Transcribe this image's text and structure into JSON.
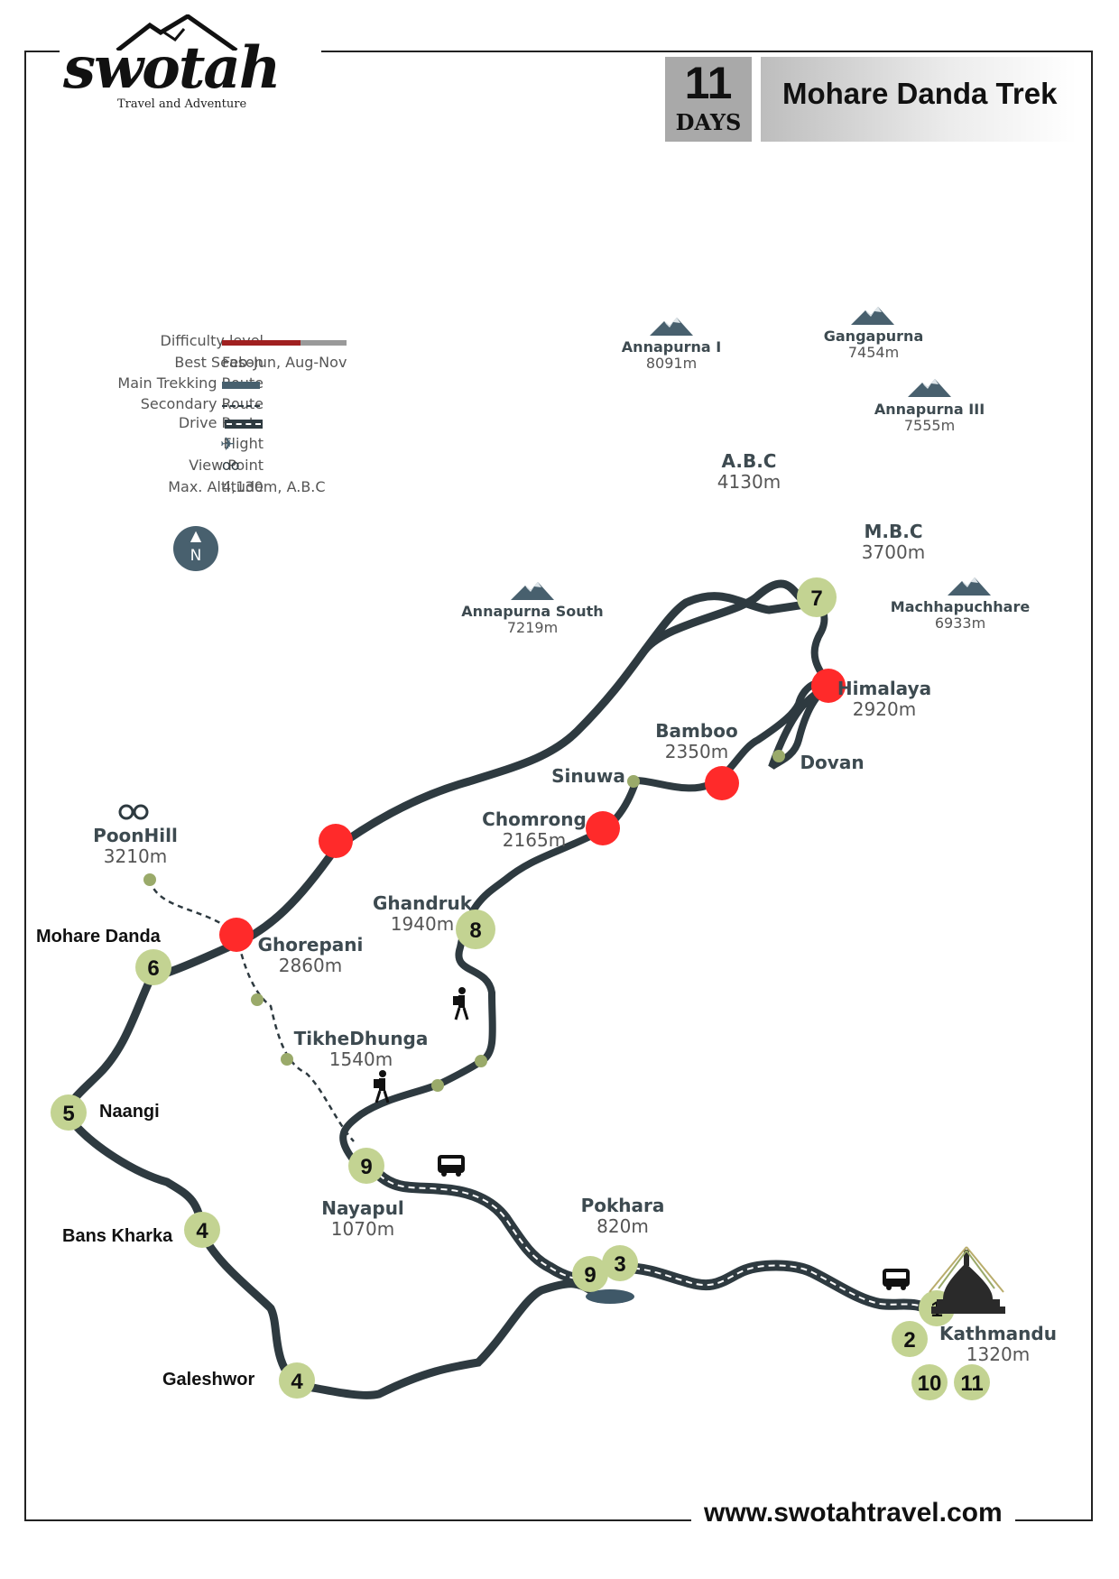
{
  "brand": {
    "logo_text": "swotah",
    "tagline": "Travel and Adventure"
  },
  "header": {
    "days_number": "11",
    "days_label": "DAYS",
    "title": "Mohare Danda Trek"
  },
  "legend": [
    {
      "label": "Difficulty level",
      "value": "",
      "icon": "difficulty-bar",
      "difficulty_fraction": 0.63
    },
    {
      "label": "Best Season",
      "value": "Feb-Jun, Aug-Nov",
      "icon": ""
    },
    {
      "label": "Main Trekking Route",
      "value": "",
      "icon": "main-route-swatch"
    },
    {
      "label": "Secondary Route",
      "value": "",
      "icon": "secondary-route-swatch"
    },
    {
      "label": "Drive Route",
      "value": "",
      "icon": "drive-route-swatch"
    },
    {
      "label": "Flight",
      "value": "",
      "icon": "plane-icon"
    },
    {
      "label": "View Point",
      "value": "",
      "icon": "binoculars-icon"
    },
    {
      "label": "Max. Altitude",
      "value": "4,130m, A.B.C",
      "icon": ""
    }
  ],
  "compass": {
    "letter": "N"
  },
  "peaks": [
    {
      "name": "Annapurna I",
      "alt": "8091m"
    },
    {
      "name": "Gangapurna",
      "alt": "7454m"
    },
    {
      "name": "Annapurna III",
      "alt": "7555m"
    },
    {
      "name": "Annapurna South",
      "alt": "7219m"
    },
    {
      "name": "Machhapuchhare",
      "alt": "6933m"
    }
  ],
  "places": [
    {
      "name": "A.B.C",
      "alt": "4130m"
    },
    {
      "name": "M.B.C",
      "alt": "3700m"
    },
    {
      "name": "Himalaya",
      "alt": "2920m"
    },
    {
      "name": "Bamboo",
      "alt": "2350m"
    },
    {
      "name": "Dovan",
      "alt": ""
    },
    {
      "name": "Sinuwa",
      "alt": ""
    },
    {
      "name": "Chomrong",
      "alt": "2165m"
    },
    {
      "name": "PoonHill",
      "alt": "3210m"
    },
    {
      "name": "Ghandruk",
      "alt": "1940m"
    },
    {
      "name": "Ghorepani",
      "alt": "2860m"
    },
    {
      "name": "TikheDhunga",
      "alt": "1540m"
    },
    {
      "name": "Nayapul",
      "alt": "1070m"
    },
    {
      "name": "Pokhara",
      "alt": "820m"
    },
    {
      "name": "Kathmandu",
      "alt": "1320m"
    }
  ],
  "plain_labels": [
    "Mohare Danda",
    "Naangi",
    "Bans Kharka",
    "Galeshwor"
  ],
  "day_markers": [
    "7",
    "8",
    "6",
    "5",
    "9",
    "4",
    "4",
    "9",
    "3",
    "1",
    "2",
    "10",
    "11"
  ],
  "colors": {
    "route": "#2e3a40",
    "stop_red": "#ff2a2a",
    "day_badge": "#c3d392",
    "waypoint": "#9aaa6a",
    "peak": "#48606e"
  },
  "footer": {
    "website": "www.swotahtravel.com"
  }
}
